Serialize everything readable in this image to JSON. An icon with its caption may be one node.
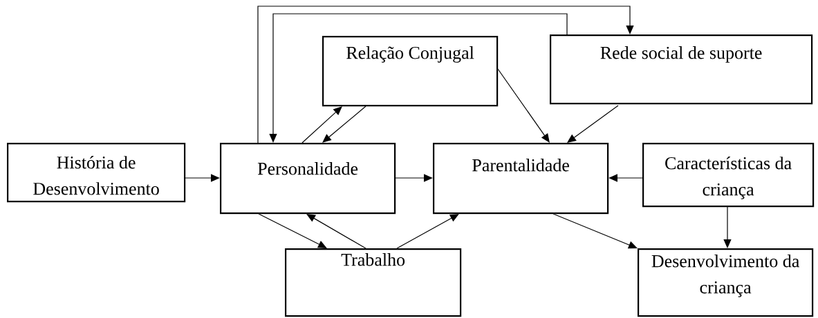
{
  "diagram": {
    "nodes": [
      {
        "text": [
          "Relação Conjugal"
        ]
      },
      {
        "text": [
          "Rede social de suporte"
        ]
      },
      {
        "text": [
          "História de Desenvolvimento"
        ]
      },
      {
        "text": [
          "Personalidade"
        ]
      },
      {
        "text": [
          "Parentalidade"
        ]
      },
      {
        "text": [
          "Características da criança"
        ]
      },
      {
        "text": [
          "Trabalho"
        ]
      },
      {
        "text": [
          "Desenvolvimento da criança"
        ]
      }
    ],
    "edges": [
      {
        "from": 2,
        "to": 3,
        "arrow": "to"
      },
      {
        "from": 3,
        "to": 4,
        "arrow": "to"
      },
      {
        "from": 5,
        "to": 4,
        "arrow": "to"
      },
      {
        "from": 3,
        "to": 0,
        "arrow": "to"
      },
      {
        "from": 0,
        "to": 3,
        "arrow": "to"
      },
      {
        "from": 0,
        "to": 4,
        "arrow": "to"
      },
      {
        "from": 1,
        "to": 4,
        "arrow": "to"
      },
      {
        "from": 3,
        "to": 1,
        "arrow": "to"
      },
      {
        "from": 1,
        "to": 3,
        "arrow": "to"
      },
      {
        "from": 3,
        "to": 6,
        "arrow": "to"
      },
      {
        "from": 6,
        "to": 3,
        "arrow": "to"
      },
      {
        "from": 6,
        "to": 4,
        "arrow": "to"
      },
      {
        "from": 4,
        "to": 7,
        "arrow": "to"
      },
      {
        "from": 5,
        "to": 7,
        "arrow": "to"
      }
    ]
  }
}
